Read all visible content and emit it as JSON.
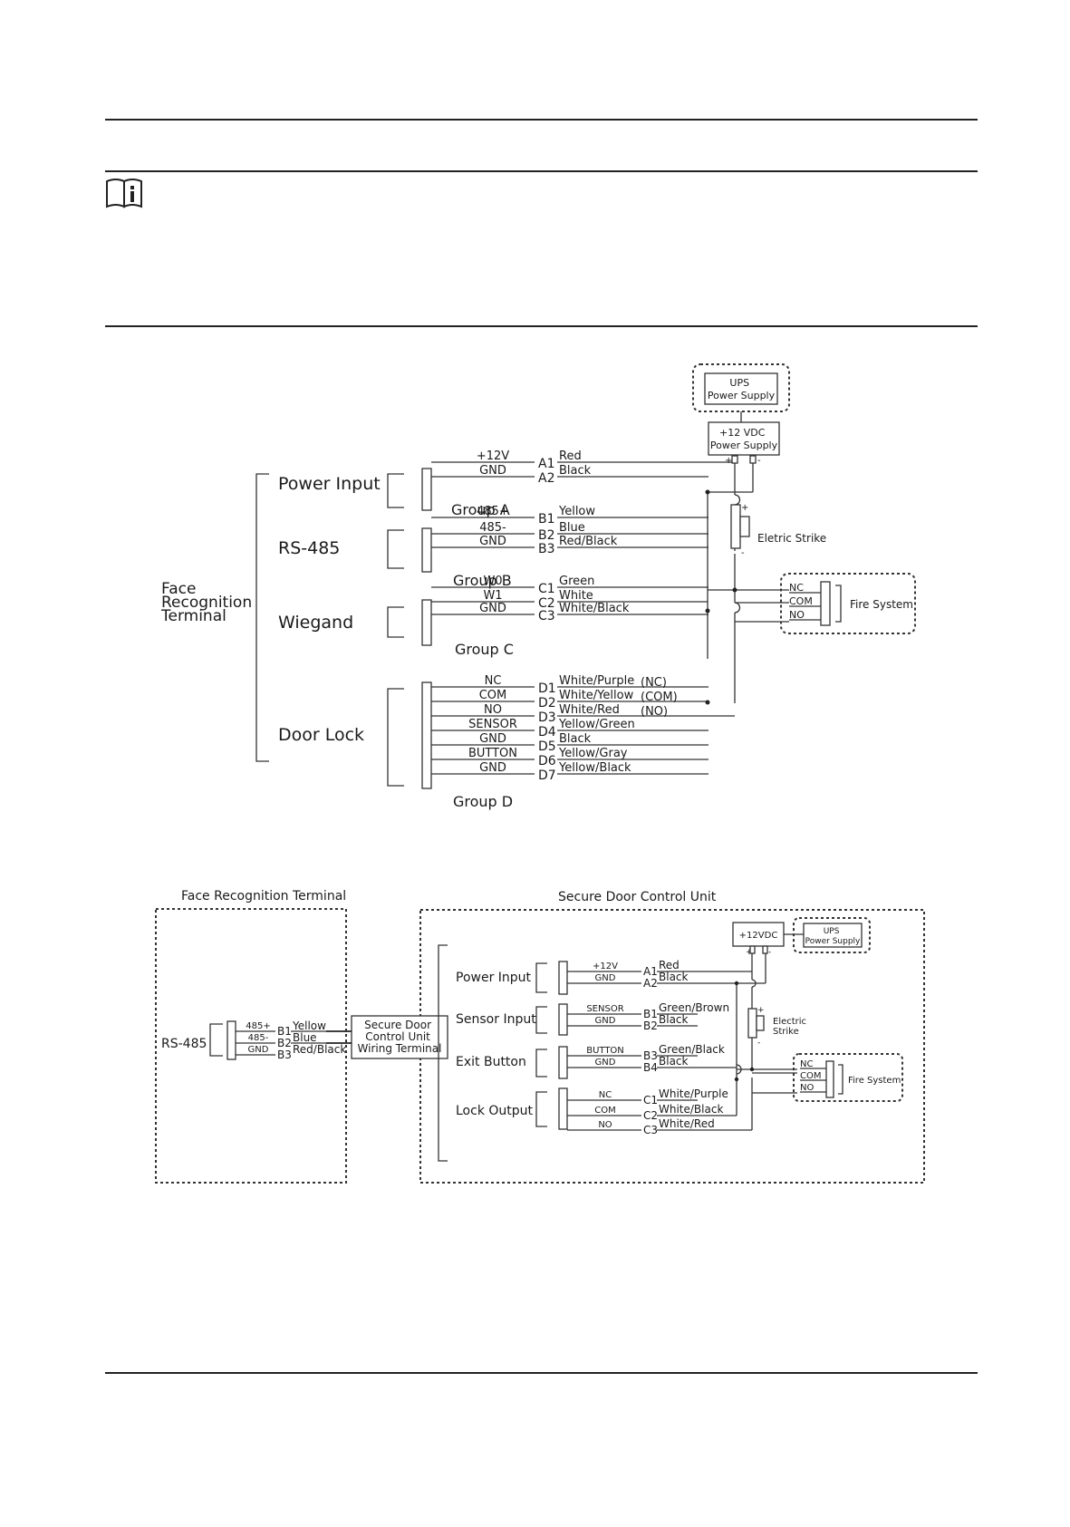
{
  "diagram1": {
    "terminal_label": [
      "Face",
      "Recognition",
      "Terminal"
    ],
    "sections": {
      "power": "Power Input",
      "rs485": "RS-485",
      "wiegand": "Wiegand",
      "door": "Door Lock"
    },
    "groups": {
      "A": "Group A",
      "B": "Group B",
      "C": "Group C",
      "D": "Group D"
    },
    "pins": {
      "a": [
        "+12V",
        "GND"
      ],
      "b": [
        "485+",
        "485-",
        "GND"
      ],
      "c": [
        "W0",
        "W1",
        "GND"
      ],
      "d": [
        "NC",
        "COM",
        "NO",
        "SENSOR",
        "GND",
        "BUTTON",
        "GND"
      ]
    },
    "codes": {
      "a": [
        "A1",
        "A2"
      ],
      "b": [
        "B1",
        "B2",
        "B3"
      ],
      "c": [
        "C1",
        "C2",
        "C3"
      ],
      "d": [
        "D1",
        "D2",
        "D3",
        "D4",
        "D5",
        "D6",
        "D7"
      ]
    },
    "colors": {
      "a": [
        "Red",
        "Black"
      ],
      "b": [
        "Yellow",
        "Blue",
        "Red/Black"
      ],
      "c": [
        "Green",
        "White",
        "White/Black"
      ],
      "d": [
        "White/Purple",
        "White/Yellow",
        "White/Red",
        "Yellow/Green",
        "Black",
        "Yellow/Gray",
        "Yellow/Black"
      ]
    },
    "relay_tags": [
      "(NC)",
      "(COM)",
      "(NO)"
    ],
    "ups": [
      "UPS",
      "Power Supply"
    ],
    "psu": [
      "+12 VDC",
      "Power Supply"
    ],
    "plus": "+",
    "minus": "-",
    "strike": "Eletric Strike",
    "fire": "Fire System",
    "fire_pins": [
      "NC",
      "COM",
      "NO"
    ]
  },
  "diagram2": {
    "frt_title": "Face Recognition Terminal",
    "sdcu_title": "Secure Door Control Unit",
    "rs485": "RS-485",
    "rs_pins": [
      "485+",
      "485-",
      "GND"
    ],
    "rs_codes": [
      "B1",
      "B2",
      "B3"
    ],
    "rs_colors": [
      "Yellow",
      "Blue",
      "Red/Black"
    ],
    "wiring_terminal": [
      "Secure Door",
      "Control Unit",
      "Wiring Terminal"
    ],
    "sections": {
      "power": "Power Input",
      "sensor": "Sensor Input",
      "exit": "Exit Button",
      "lock": "Lock Output"
    },
    "power_pins": [
      "+12V",
      "GND"
    ],
    "power_codes": [
      "A1",
      "A2"
    ],
    "power_colors": [
      "Red",
      "Black"
    ],
    "sensor_pins": [
      "SENSOR",
      "GND"
    ],
    "sensor_codes": [
      "B1",
      "B2"
    ],
    "sensor_colors": [
      "Green/Brown",
      "Black"
    ],
    "exit_pins": [
      "BUTTON",
      "GND"
    ],
    "exit_codes": [
      "B3",
      "B4"
    ],
    "exit_colors": [
      "Green/Black",
      "Black"
    ],
    "lock_pins": [
      "NC",
      "COM",
      "NO"
    ],
    "lock_codes": [
      "C1",
      "C2",
      "C3"
    ],
    "lock_colors": [
      "White/Purple",
      "White/Black",
      "White/Red"
    ],
    "psu": "+12VDC",
    "ups": [
      "UPS",
      "Power Supply"
    ],
    "plus": "+",
    "minus": "-",
    "strike": [
      "Electric",
      "Strike"
    ],
    "fire": "Fire System",
    "fire_pins": [
      "NC",
      "COM",
      "NO"
    ]
  }
}
